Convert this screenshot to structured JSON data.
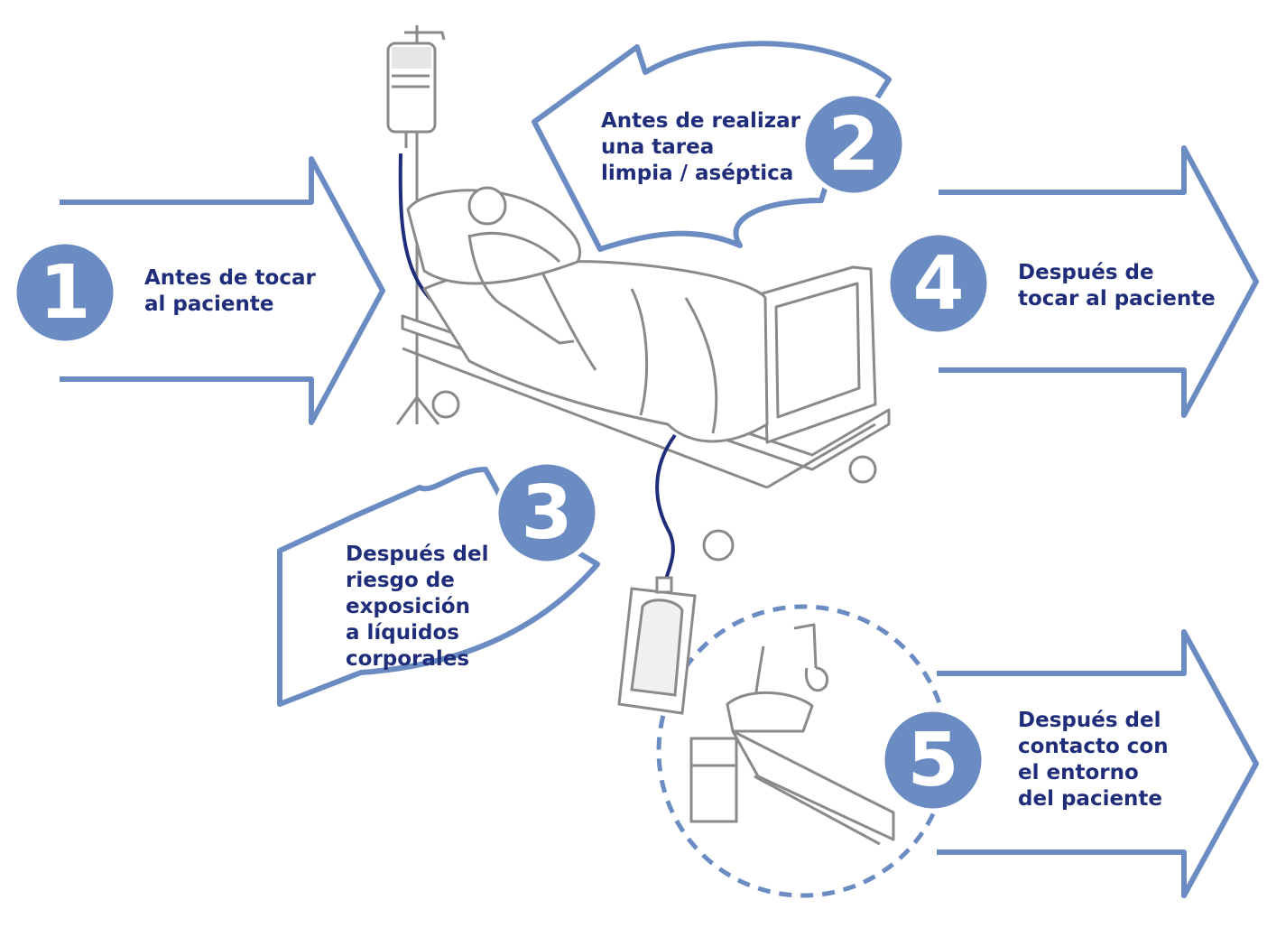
{
  "steps": [
    {
      "number": "1",
      "lines": [
        "Antes de tocar",
        "al paciente"
      ]
    },
    {
      "number": "2",
      "lines": [
        "Antes de realizar",
        "una tarea",
        "limpia / aséptica"
      ]
    },
    {
      "number": "3",
      "lines": [
        "Después del",
        "riesgo de",
        "exposición",
        "a líquidos",
        "corporales"
      ]
    },
    {
      "number": "4",
      "lines": [
        "Después de",
        "tocar al paciente"
      ]
    },
    {
      "number": "5",
      "lines": [
        "Después del",
        "contacto con",
        "el entorno",
        "del paciente"
      ]
    }
  ],
  "colors": {
    "accent": "#6b8cc2",
    "text": "#1f2d7a",
    "tube": "#1f2d7a",
    "sketch": "#8a8a8a"
  },
  "icons": [
    "iv-bag-icon",
    "patient-bed-icon",
    "urine-bag-icon",
    "empty-bed-icon",
    "bedside-table-icon"
  ]
}
